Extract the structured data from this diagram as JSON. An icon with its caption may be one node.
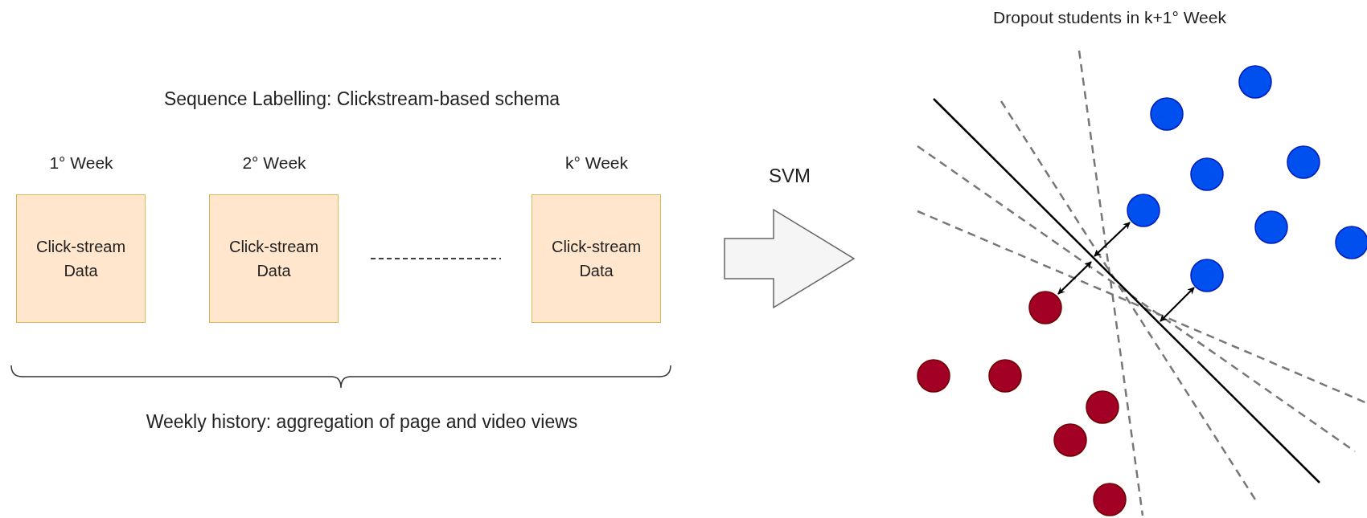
{
  "diagram": {
    "nodes": [
      {
        "text": [
          "Click-stream Data"
        ],
        "beside": [
          "1° Week"
        ]
      },
      {
        "text": [
          "Click-stream Data"
        ],
        "beside": [
          "2° Week"
        ]
      },
      {
        "text": [
          "Click-stream Data"
        ],
        "beside": [
          "k° Week"
        ]
      },
      {
        "text": [],
        "shape": "picture",
        "beside": [
          "Dropout students in k+1° Week"
        ]
      }
    ],
    "edges": [
      {
        "from": 2,
        "to": 3,
        "arrow": "to",
        "label": "SVM",
        "style": "thick"
      }
    ],
    "labels": [
      "Sequence Labelling: Clickstream-based schema",
      "Weekly history: aggregation of page and video views"
    ]
  }
}
